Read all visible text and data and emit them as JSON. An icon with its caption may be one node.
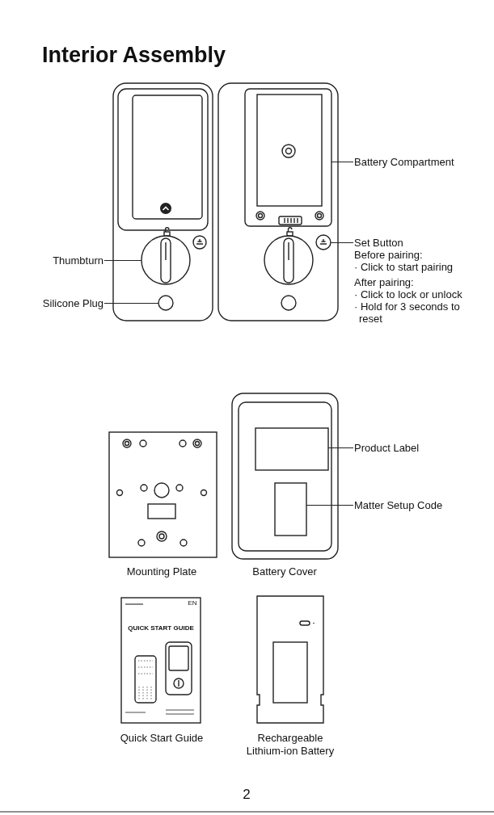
{
  "diagram": {
    "title": "Interior Assembly",
    "nodes": [
      {
        "text": [
          "Thumbturn"
        ]
      },
      {
        "text": [],
        "shape": "circle"
      },
      {
        "text": [
          "Silicone Plug"
        ]
      },
      {
        "text": [],
        "shape": "circle"
      },
      {
        "text": [
          "Battery Compartment"
        ]
      },
      {
        "text": [],
        "shape": "box"
      },
      {
        "text": [
          "Set Button",
          "Before pairing:",
          "· Click to start pairing",
          "After pairing:",
          "· Click to lock or unlock",
          "· Hold for 3 seconds to reset"
        ]
      },
      {
        "text": [],
        "shape": "circle"
      },
      {
        "text": [
          "Product Label"
        ]
      },
      {
        "text": [],
        "shape": "box"
      },
      {
        "text": [
          "Matter Setup Code"
        ]
      },
      {
        "text": [],
        "shape": "box"
      }
    ],
    "edges": [
      {
        "from": 0,
        "to": 1,
        "arrow": "none"
      },
      {
        "from": 2,
        "to": 3,
        "arrow": "none"
      },
      {
        "from": 4,
        "to": 5,
        "arrow": "none"
      },
      {
        "from": 6,
        "to": 7,
        "arrow": "none"
      },
      {
        "from": 8,
        "to": 9,
        "arrow": "none"
      },
      {
        "from": 10,
        "to": 11,
        "arrow": "none"
      }
    ],
    "labels": [
      "Mounting Plate",
      "Battery Cover",
      "EN",
      "QUICK START GUIDE",
      "Quick Start Guide",
      "Rechargeable Lithium-ion Battery",
      "2"
    ]
  }
}
